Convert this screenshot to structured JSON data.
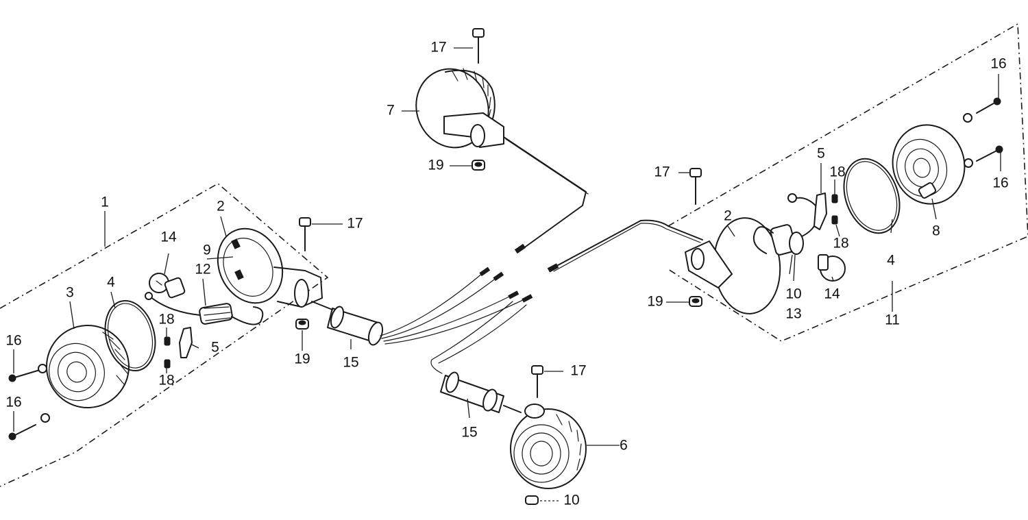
{
  "diagram": {
    "callouts": {
      "c1": "1",
      "c2a": "2",
      "c2b": "2",
      "c3": "3",
      "c4a": "4",
      "c4b": "4",
      "c5a": "5",
      "c5b": "5",
      "c6": "6",
      "c7": "7",
      "c8": "8",
      "c9": "9",
      "c10a": "10",
      "c10b": "10",
      "c11": "11",
      "c12": "12",
      "c13": "13",
      "c14a": "14",
      "c14b": "14",
      "c15a": "15",
      "c15b": "15",
      "c16a": "16",
      "c16b": "16",
      "c16c": "16",
      "c16d": "16",
      "c17a": "17",
      "c17b": "17",
      "c17c": "17",
      "c17d": "17",
      "c18a": "18",
      "c18b": "18",
      "c18c": "18",
      "c18d": "18",
      "c19a": "19",
      "c19b": "19",
      "c19c": "19"
    }
  }
}
